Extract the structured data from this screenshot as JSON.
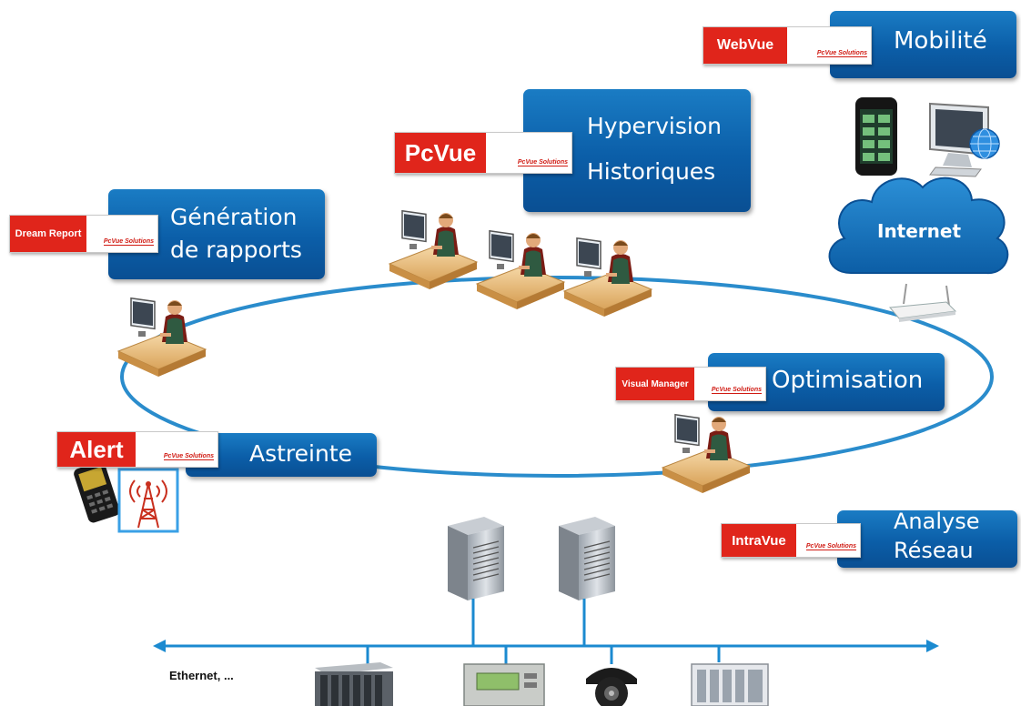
{
  "boxes": {
    "hypervision": {
      "line1": "Hypervision",
      "line2": "Historiques"
    },
    "generation": {
      "line1": "Génération",
      "line2": "de rapports"
    },
    "mobilite": {
      "label": "Mobilité"
    },
    "optimisation": {
      "label": "Optimisation"
    },
    "astreinte": {
      "label": "Astreinte"
    },
    "analyse": {
      "line1": "Analyse",
      "line2": "Réseau"
    }
  },
  "badges": {
    "webvue": {
      "label": "WebVue",
      "sub": "PcVue Solutions"
    },
    "pcvue": {
      "label": "PcVue",
      "sub": "PcVue Solutions"
    },
    "dreamreport": {
      "label": "Dream Report",
      "sub": "PcVue Solutions"
    },
    "visualmanager": {
      "label": "Visual Manager",
      "sub": "PcVue Solutions"
    },
    "alert": {
      "label": "Alert",
      "sub": "PcVue Solutions"
    },
    "intravue": {
      "label": "IntraVue",
      "sub": "PcVue Solutions"
    }
  },
  "cloud": {
    "label": "Internet"
  },
  "network": {
    "label": "Ethernet, ..."
  },
  "colors": {
    "ring": "#2a8ccc",
    "box": "#0b5ea8",
    "badge_red": "#e0251b",
    "bus": "#1b8ad0"
  },
  "icons": [
    "operator-workstation-icon",
    "smartphone-icon",
    "monitor-icon",
    "globe-icon",
    "router-icon",
    "mobile-phone-icon",
    "antenna-tower-icon",
    "server-tower-icon",
    "plc-rack-icon",
    "controller-icon",
    "dome-camera-icon",
    "io-module-icon"
  ]
}
